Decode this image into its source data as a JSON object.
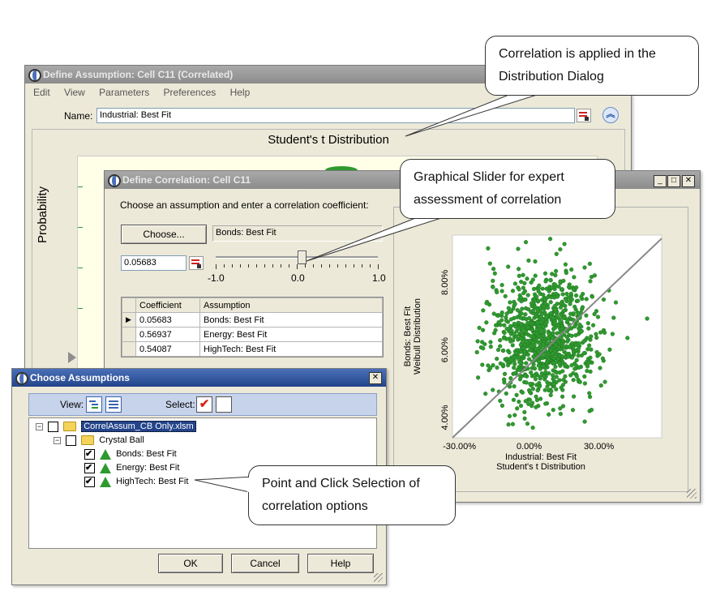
{
  "assumption_dialog": {
    "title": "Define Assumption: Cell C11 (Correlated)",
    "menu": [
      "Edit",
      "View",
      "Parameters",
      "Preferences",
      "Help"
    ],
    "name_label": "Name:",
    "name_value": "Industrial: Best Fit",
    "distribution_title": "Student's t Distribution",
    "y_axis_label": "Probability"
  },
  "correlation_dialog": {
    "title": "Define Correlation: Cell C11",
    "instruction": "Choose an assumption and enter a correlation coefficient:",
    "choose_button": "Choose...",
    "selected_assumption": "Bonds: Best Fit",
    "coefficient_value": "0.05683",
    "slider": {
      "min_label": "-1.0",
      "mid_label": "0.0",
      "max_label": "1.0",
      "value": 0.05683,
      "min": -1.0,
      "max": 1.0
    },
    "table": {
      "headers": [
        "Coefficient",
        "Assumption"
      ],
      "rows": [
        {
          "coefficient": "0.05683",
          "assumption": "Bonds: Best Fit"
        },
        {
          "coefficient": "0.56937",
          "assumption": "Energy: Best Fit"
        },
        {
          "coefficient": "0.54087",
          "assumption": "HighTech: Best Fit"
        }
      ]
    },
    "window_controls": [
      "_",
      "□",
      "✕"
    ]
  },
  "chart_data": {
    "type": "scatter",
    "title": "",
    "xlabel": "Industrial: Best Fit",
    "xlabel2": "Student's t Distribution",
    "ylabel": "Bonds: Best Fit",
    "ylabel2": "Weibull Distribution",
    "x_ticks": [
      "-30.00%",
      "0.00%",
      "30.00%"
    ],
    "y_ticks": [
      "4.00%",
      "6.00%",
      "8.00%"
    ],
    "xlim": [
      -0.33,
      0.57
    ],
    "ylim": [
      0.034,
      0.094
    ],
    "point_color": "#2f9a2f",
    "line_color": "#888888",
    "points_approx": 1000,
    "correlation": 0.05683,
    "fit_line": {
      "x": [
        -0.33,
        0.57
      ],
      "y": [
        0.034,
        0.093
      ]
    }
  },
  "choose_dialog": {
    "title": "Choose Assumptions",
    "view_label": "View:",
    "select_label": "Select:",
    "tree": {
      "file": "CorrelAssum_CB Only.xlsm",
      "group": "Crystal Ball",
      "items": [
        "Bonds: Best Fit",
        "Energy: Best Fit",
        "HighTech: Best Fit"
      ]
    },
    "buttons": {
      "ok": "OK",
      "cancel": "Cancel",
      "help": "Help"
    }
  },
  "callouts": {
    "distribution": "Correlation is applied in the Distribution Dialog",
    "slider": "Graphical Slider for expert assessment of correlation",
    "selection": "Point and Click Selection of correlation options"
  },
  "colors": {
    "title_active": "#23448a",
    "title_inactive": "#8c8c8c",
    "accent_green": "#2f9a2f",
    "dialog_bg": "#ece9d8"
  }
}
